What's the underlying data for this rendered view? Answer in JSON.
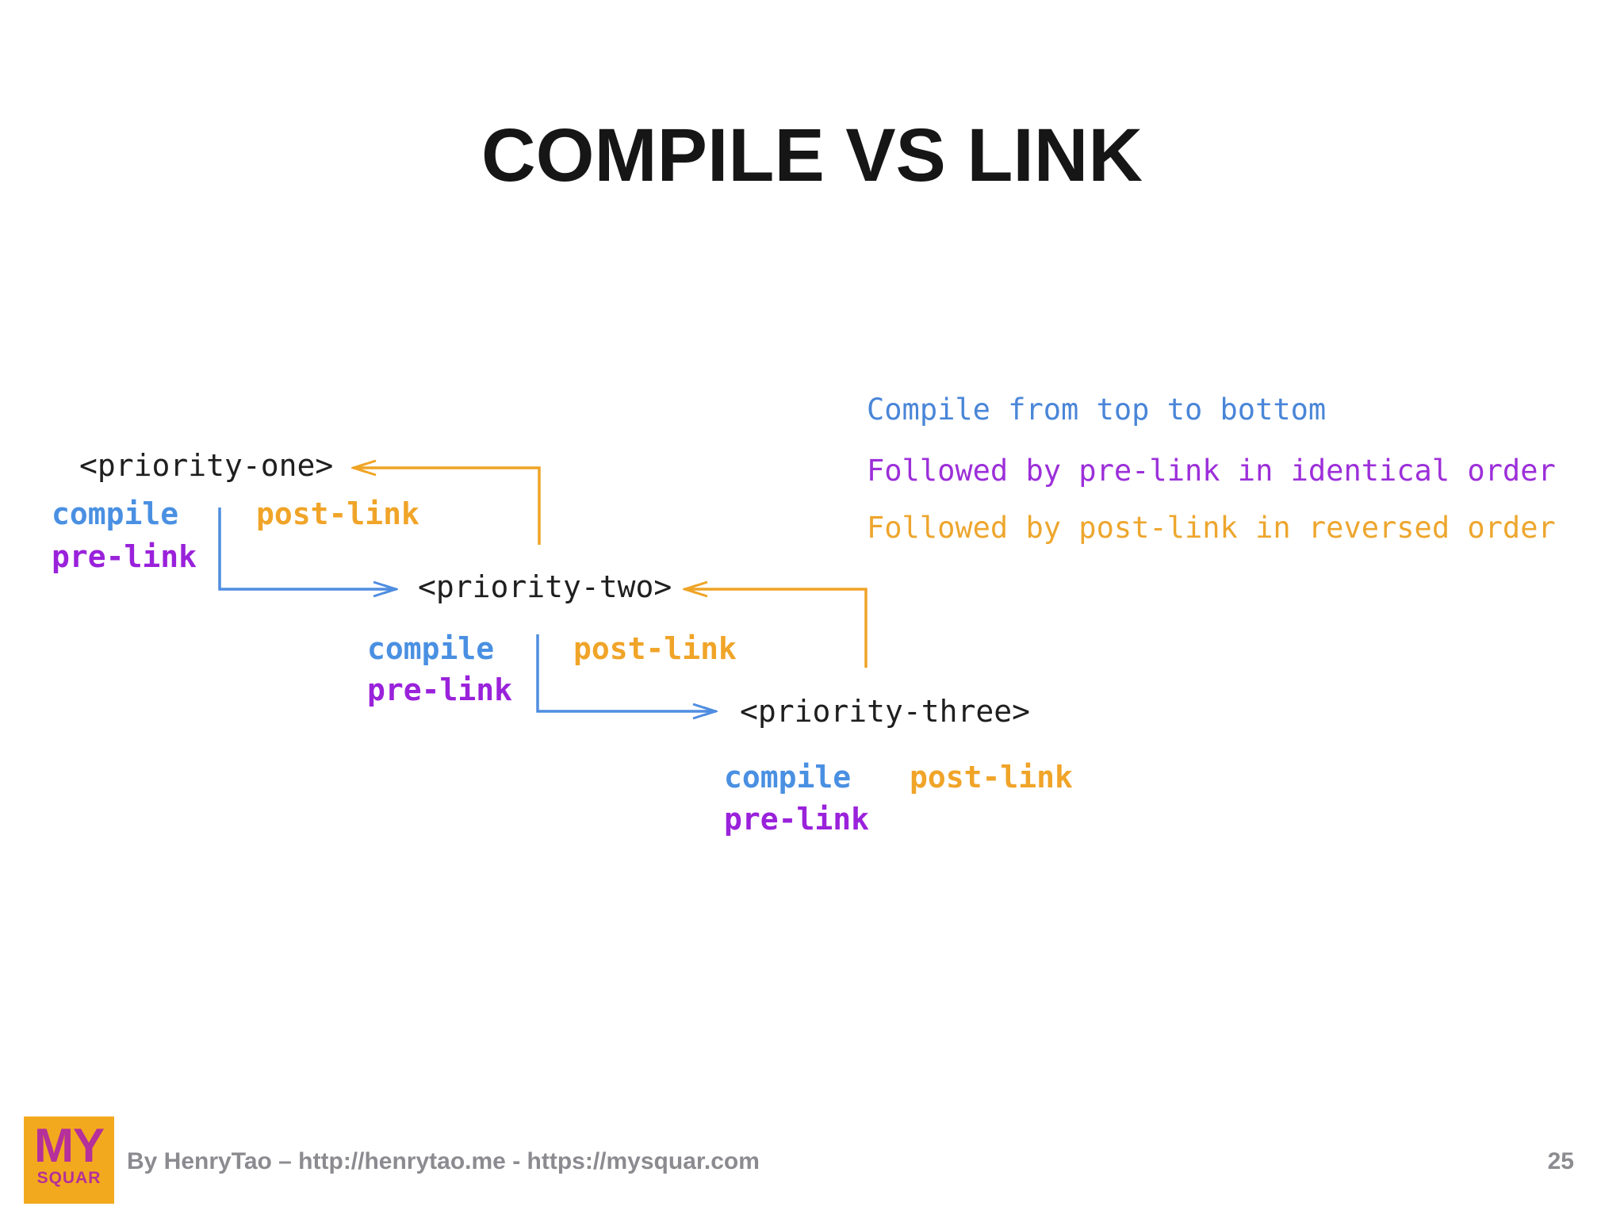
{
  "slide": {
    "title": "COMPILE VS LINK"
  },
  "diagram": {
    "groups": [
      {
        "tag": "<priority-one>",
        "compile_label": "compile",
        "pre_link_label": "pre-link",
        "post_link_label": "post-link"
      },
      {
        "tag": "<priority-two>",
        "compile_label": "compile",
        "pre_link_label": "pre-link",
        "post_link_label": "post-link"
      },
      {
        "tag": "<priority-three>",
        "compile_label": "compile",
        "pre_link_label": "pre-link",
        "post_link_label": "post-link"
      }
    ],
    "arrow_semantics": {
      "blue_arrows": "compile order top to bottom",
      "orange_arrows": "post-link reversed order"
    }
  },
  "legend": {
    "items": [
      {
        "text": "Compile from top to bottom",
        "color": "#4a86d8"
      },
      {
        "text": "Followed by pre-link in identical order",
        "color": "#9c2fd9"
      },
      {
        "text": "Followed by post-link in reversed order",
        "color": "#eda62e"
      }
    ]
  },
  "footer": {
    "credit": "By HenryTao – http://henrytao.me - https://mysquar.com",
    "page_number": "25"
  },
  "logo": {
    "line1": "MY",
    "line2": "SQUAR"
  },
  "colors": {
    "title_text": "#161616",
    "tag_text": "#1f1f1f",
    "compile_blue": "#4a90e2",
    "pre_link_purple": "#9a22db",
    "post_link_orange": "#f0a428",
    "arrow_blue": "#4f8de0",
    "arrow_orange": "#efa426",
    "legend_blue": "#4a86d8",
    "legend_purple": "#9c2fd9",
    "legend_orange": "#eda62e",
    "footer_gray": "#8b8b90",
    "logo_bg": "#f3a91e",
    "logo_text": "#b5309a"
  }
}
